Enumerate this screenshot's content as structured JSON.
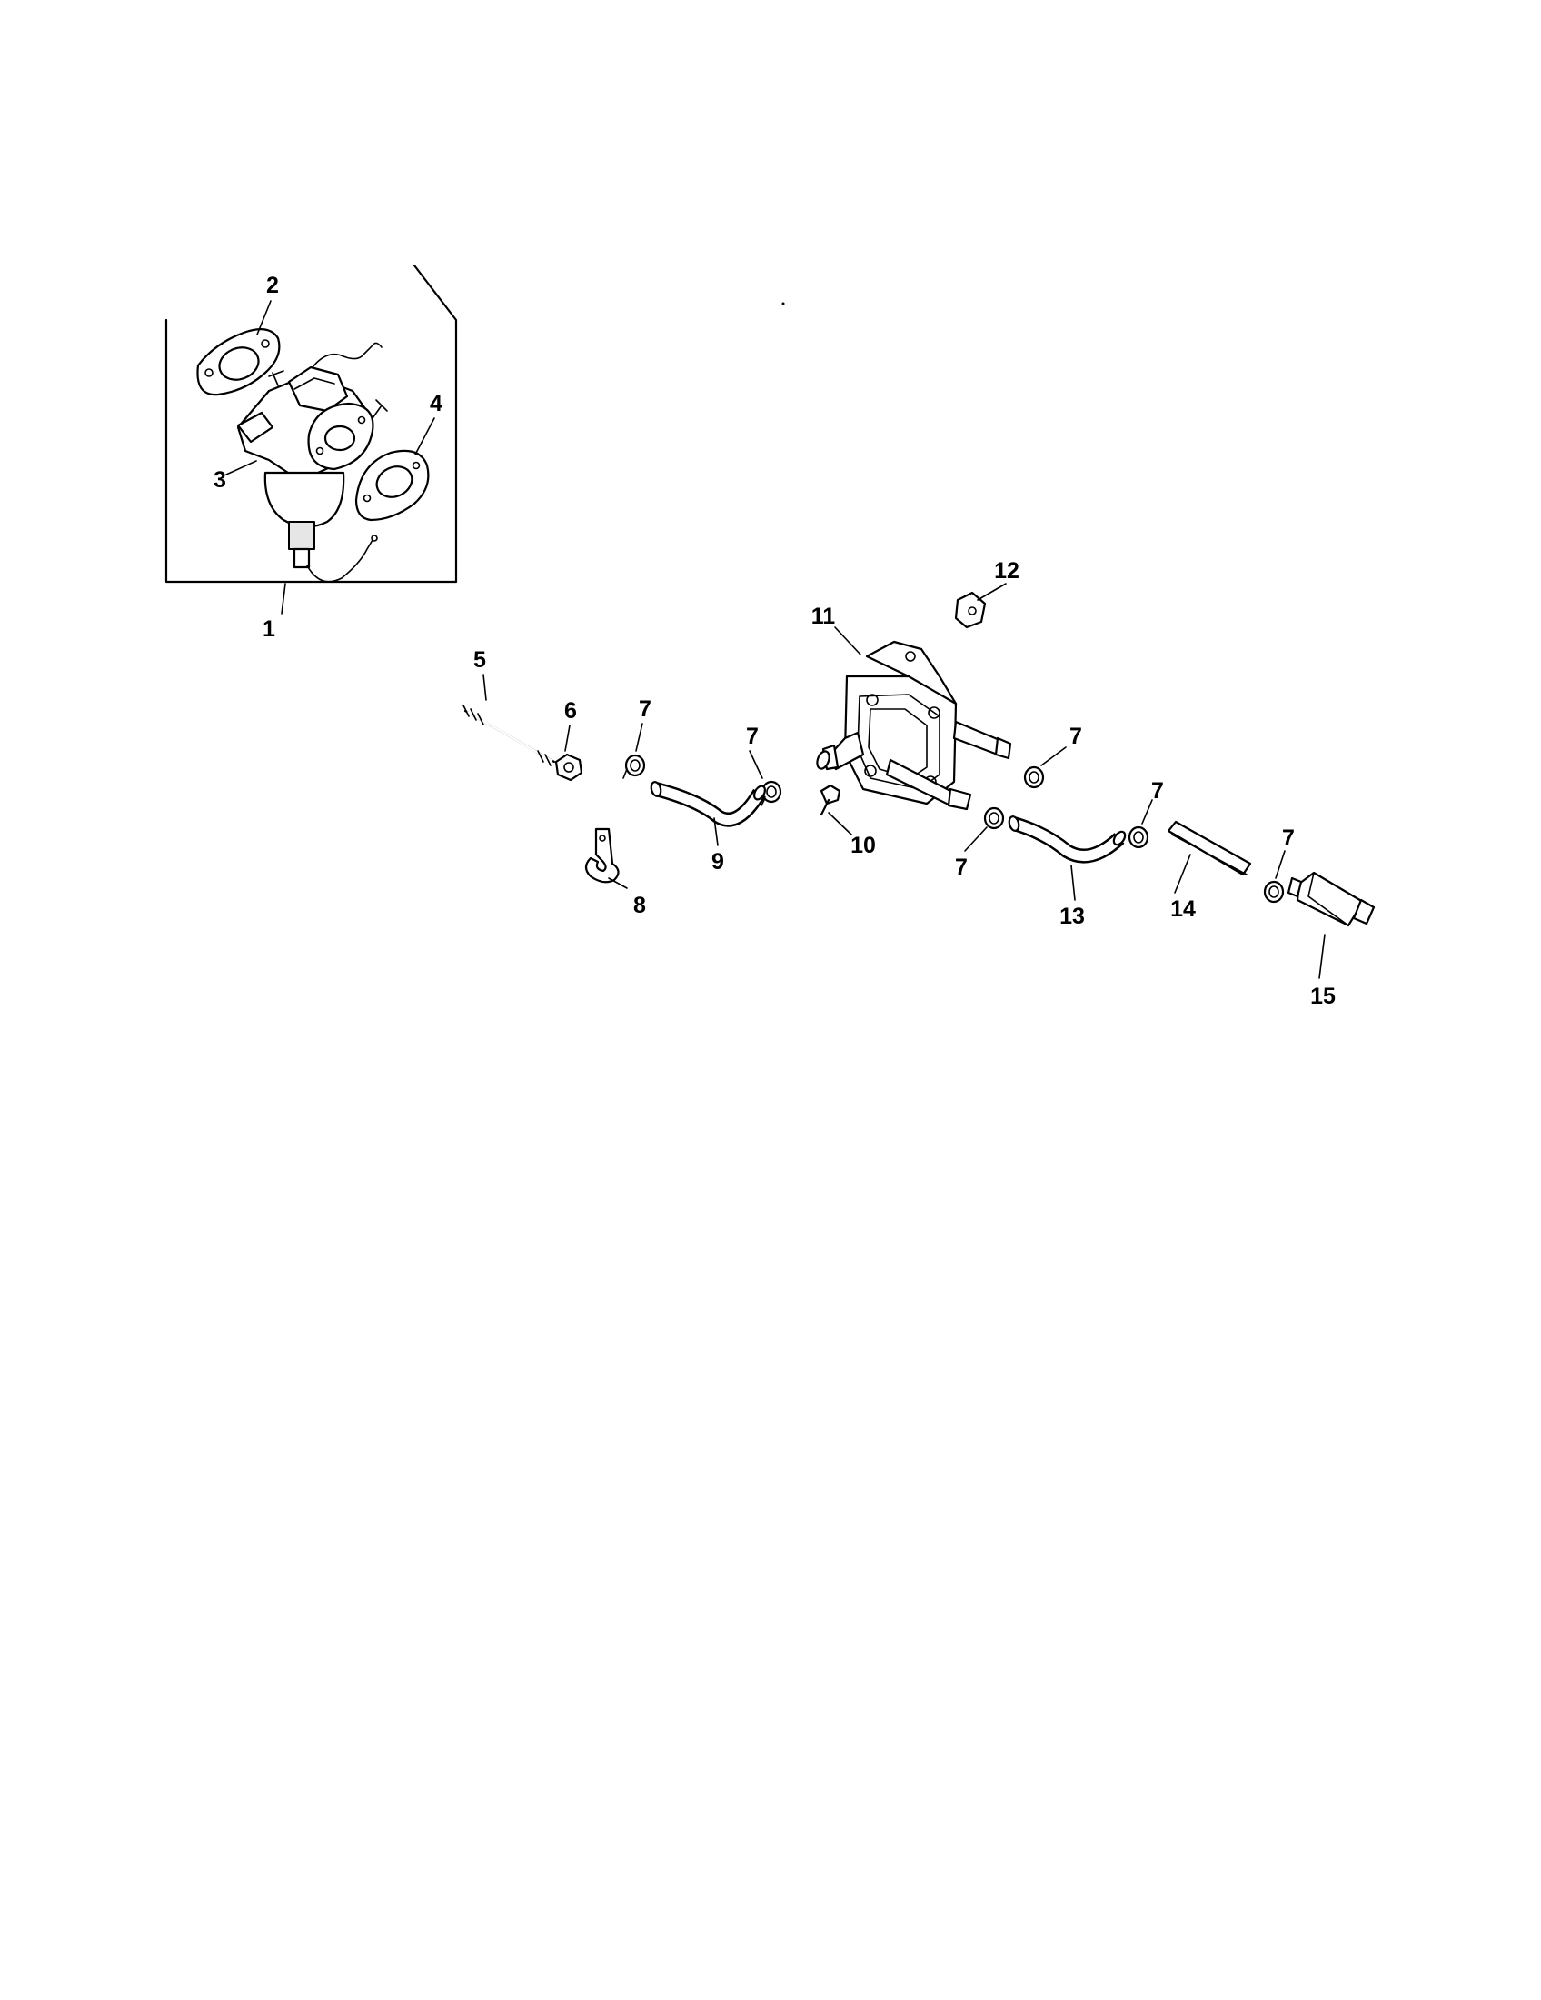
{
  "callouts": {
    "c1": "1",
    "c2": "2",
    "c3": "3",
    "c4": "4",
    "c5": "5",
    "c6": "6",
    "c7a": "7",
    "c7b": "7",
    "c7c": "7",
    "c7d": "7",
    "c7e": "7",
    "c7f": "7",
    "c8": "8",
    "c9": "9",
    "c10": "10",
    "c11": "11",
    "c12": "12",
    "c13": "13",
    "c14": "14",
    "c15": "15"
  }
}
